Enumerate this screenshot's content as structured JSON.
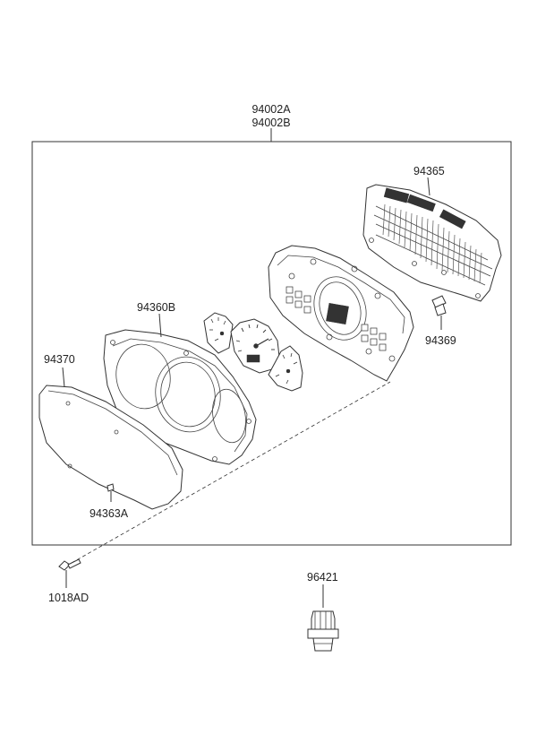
{
  "labels": {
    "assembly_a": "94002A",
    "assembly_b": "94002B",
    "printed_circuit": "94365",
    "bulb": "94369",
    "case": "94360B",
    "glass": "94370",
    "screw_a": "94363A",
    "screw_b": "1018AD",
    "sensor": "96421"
  }
}
